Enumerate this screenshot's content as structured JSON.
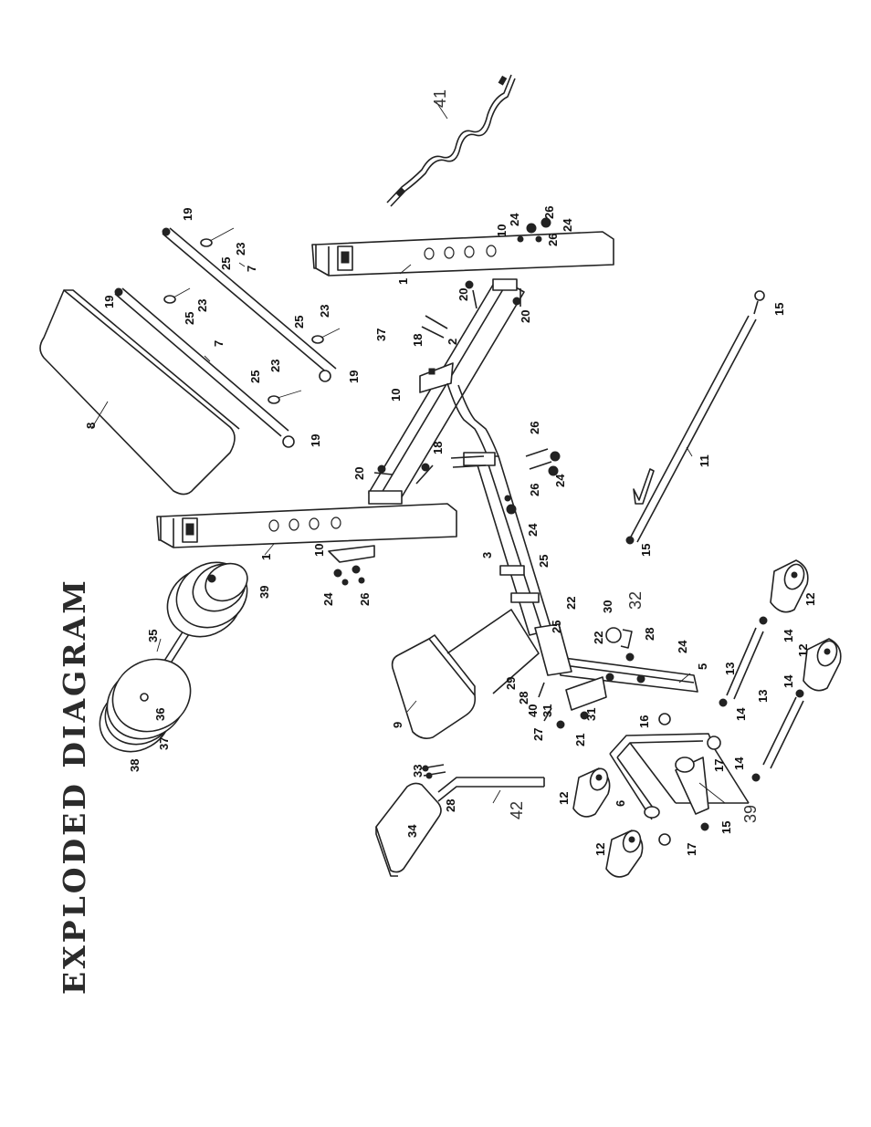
{
  "title": "EXPLODED DIAGRAM",
  "callouts": [
    {
      "label": "41",
      "style": "thin"
    },
    {
      "label": "19"
    },
    {
      "label": "25"
    },
    {
      "label": "23"
    },
    {
      "label": "7"
    },
    {
      "label": "19"
    },
    {
      "label": "25"
    },
    {
      "label": "23"
    },
    {
      "label": "25"
    },
    {
      "label": "23"
    },
    {
      "label": "7"
    },
    {
      "label": "25"
    },
    {
      "label": "23"
    },
    {
      "label": "19"
    },
    {
      "label": "19"
    },
    {
      "label": "8"
    },
    {
      "label": "10"
    },
    {
      "label": "24"
    },
    {
      "label": "26"
    },
    {
      "label": "26"
    },
    {
      "label": "24"
    },
    {
      "label": "1"
    },
    {
      "label": "20"
    },
    {
      "label": "20"
    },
    {
      "label": "37"
    },
    {
      "label": "18"
    },
    {
      "label": "2"
    },
    {
      "label": "10"
    },
    {
      "label": "15"
    },
    {
      "label": "20"
    },
    {
      "label": "18"
    },
    {
      "label": "26"
    },
    {
      "label": "24"
    },
    {
      "label": "26"
    },
    {
      "label": "24"
    },
    {
      "label": "1"
    },
    {
      "label": "10"
    },
    {
      "label": "24"
    },
    {
      "label": "26"
    },
    {
      "label": "11"
    },
    {
      "label": "15"
    },
    {
      "label": "39"
    },
    {
      "label": "35"
    },
    {
      "label": "36"
    },
    {
      "label": "37"
    },
    {
      "label": "38"
    },
    {
      "label": "3"
    },
    {
      "label": "25"
    },
    {
      "label": "22"
    },
    {
      "label": "25"
    },
    {
      "label": "22"
    },
    {
      "label": "30"
    },
    {
      "label": "32",
      "style": "thin"
    },
    {
      "label": "28"
    },
    {
      "label": "24"
    },
    {
      "label": "5"
    },
    {
      "label": "12"
    },
    {
      "label": "14"
    },
    {
      "label": "13"
    },
    {
      "label": "12"
    },
    {
      "label": "14"
    },
    {
      "label": "13"
    },
    {
      "label": "14"
    },
    {
      "label": "14"
    },
    {
      "label": "9"
    },
    {
      "label": "29"
    },
    {
      "label": "28"
    },
    {
      "label": "40"
    },
    {
      "label": "31"
    },
    {
      "label": "27"
    },
    {
      "label": "21"
    },
    {
      "label": "31"
    },
    {
      "label": "16"
    },
    {
      "label": "17"
    },
    {
      "label": "39",
      "style": "thin"
    },
    {
      "label": "15"
    },
    {
      "label": "33"
    },
    {
      "label": "28"
    },
    {
      "label": "42",
      "style": "thin"
    },
    {
      "label": "34"
    },
    {
      "label": "12"
    },
    {
      "label": "6"
    },
    {
      "label": "12"
    },
    {
      "label": "17"
    }
  ]
}
